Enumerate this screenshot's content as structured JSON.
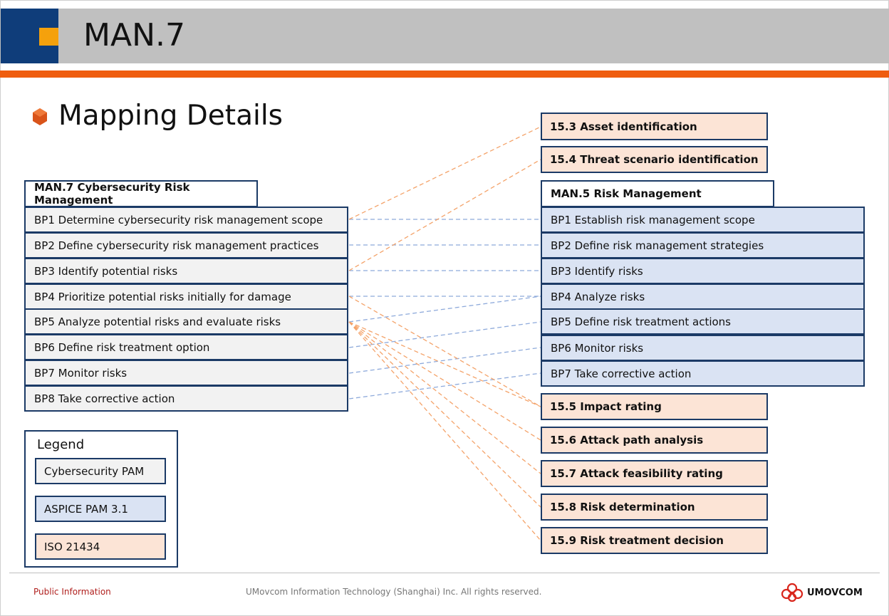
{
  "header": {
    "title": "MAN.7"
  },
  "section": {
    "title": "Mapping Details"
  },
  "left_box": {
    "title": "MAN.7 Cybersecurity Risk Management",
    "items": [
      "BP1 Determine cybersecurity risk management scope",
      "BP2 Define cybersecurity risk management practices",
      "BP3 Identify potential risks",
      "BP4 Prioritize potential risks initially for damage",
      "BP5 Analyze potential risks and evaluate risks",
      "BP6 Define risk treatment option",
      "BP7 Monitor risks",
      "BP8 Take corrective action"
    ]
  },
  "right_box": {
    "title": "MAN.5 Risk Management",
    "items": [
      "BP1 Establish risk management scope",
      "BP2 Define risk management strategies",
      "BP3 Identify risks",
      "BP4 Analyze risks",
      "BP5 Define risk treatment actions",
      "BP6 Monitor risks",
      "BP7 Take corrective action"
    ]
  },
  "iso_top": [
    "15.3 Asset identification",
    "15.4 Threat scenario identification"
  ],
  "iso_bottom": [
    "15.5 Impact rating",
    "15.6 Attack path analysis",
    "15.7 Attack feasibility rating",
    "15.8 Risk determination",
    "15.9 Risk treatment decision"
  ],
  "legend": {
    "title": "Legend",
    "items": [
      {
        "label": "Cybersecurity PAM",
        "color": "#f2f2f2"
      },
      {
        "label": "ASPICE PAM 3.1",
        "color": "#dae3f3"
      },
      {
        "label": "ISO 21434",
        "color": "#fce4d6"
      }
    ]
  },
  "footer": {
    "classification": "Public Information",
    "copyright": "UMovcom Information Technology (Shanghai) Inc. All rights reserved.",
    "logo_text": "UMOVCOM"
  },
  "colors": {
    "navy": "#0f3d7a",
    "accent_orange": "#ef5d0f",
    "header_square": "#f5a10c",
    "border": "#1b3a66",
    "link_blue": "#8eaadb",
    "link_orange": "#f4a36a",
    "logo_red": "#d9261c"
  },
  "icons": {
    "section_bullet": "hexagon-bullet-icon",
    "logo": "umovcom-cloud-logo-icon"
  },
  "mappings": {
    "aspice": [
      [
        "BP1",
        "BP1"
      ],
      [
        "BP2",
        "BP2"
      ],
      [
        "BP3",
        "BP3"
      ],
      [
        "BP4",
        "BP4"
      ],
      [
        "BP5",
        "BP4"
      ],
      [
        "BP6",
        "BP5"
      ],
      [
        "BP7",
        "BP6"
      ],
      [
        "BP8",
        "BP7"
      ]
    ],
    "iso": [
      [
        "BP1",
        "15.3"
      ],
      [
        "BP3",
        "15.4"
      ],
      [
        "BP4",
        "15.5"
      ],
      [
        "BP5",
        "15.5"
      ],
      [
        "BP5",
        "15.6"
      ],
      [
        "BP5",
        "15.7"
      ],
      [
        "BP5",
        "15.8"
      ],
      [
        "BP5",
        "15.9"
      ]
    ]
  }
}
